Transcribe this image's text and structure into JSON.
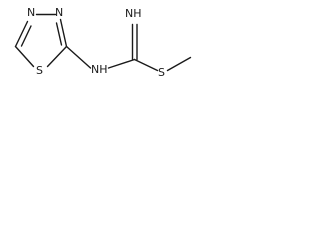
{
  "structure": {
    "atoms": {
      "ring_n_top_left": "N",
      "ring_n_top_right": "N",
      "ring_sulfur": "S",
      "amine_nh": "NH",
      "imine_nh": "NH",
      "thioether_sulfur": "S"
    }
  }
}
